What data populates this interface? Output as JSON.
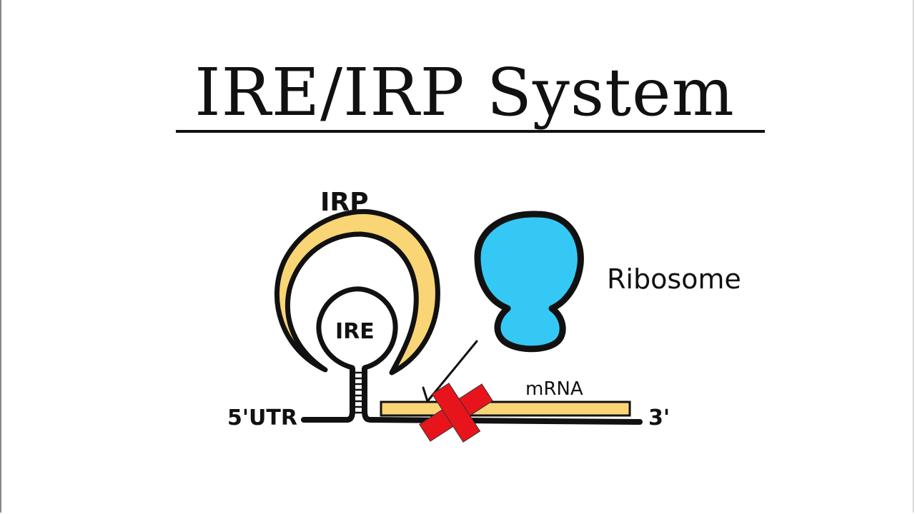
{
  "title": "IRE/IRP System",
  "labels": {
    "irp": "IRP",
    "ire": "IRE",
    "ribosome": "Ribosome",
    "mrna": "mRNA",
    "five_prime": "5'UTR",
    "three_prime": "3'"
  },
  "colors": {
    "irp_fill": "#FAD576",
    "ribosome_fill": "#35C8F5",
    "mrna_fill": "#FAD576",
    "block_cross": "#E8141C",
    "outline": "#111111"
  }
}
